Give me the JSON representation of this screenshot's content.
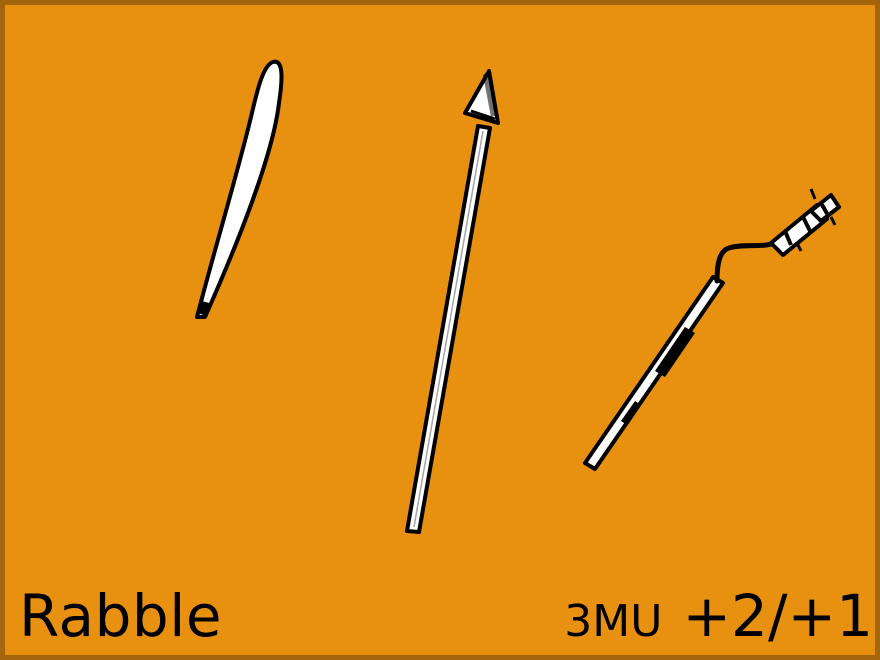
{
  "card": {
    "name": "Rabble",
    "cost": "3MU",
    "modifier": "+2/+1",
    "colors": {
      "background": "#e8900f",
      "border": "#a3660c",
      "text": "#000000",
      "weapon_fill": "#ffffff",
      "weapon_outline": "#000000"
    }
  },
  "art": {
    "icons": [
      "knife-icon",
      "spear-icon",
      "pitchfork-icon"
    ]
  }
}
